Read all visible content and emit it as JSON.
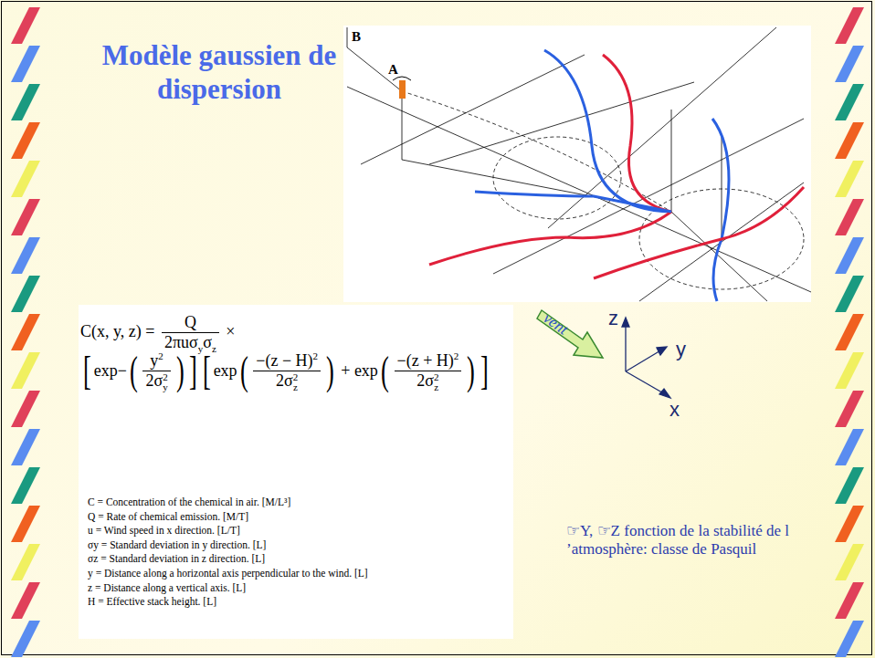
{
  "diagram": {
    "title": "Modèle gaussien de dispersion",
    "nodes": [
      {
        "text": [
          "vent"
        ]
      }
    ],
    "labels": [
      "B",
      "A",
      "C(x, y, z) =",
      "Q",
      "2πuσ",
      "y",
      "σ",
      "z",
      "×",
      "exp−",
      "y",
      "2",
      "2σ",
      "2",
      "y",
      "exp",
      "−(z − H)",
      "2",
      "2σ",
      "2",
      "z",
      "+",
      "exp",
      "−(z + H)",
      "2",
      "2σ",
      "2",
      "z",
      "C = Concentration of the chemical in air. [M/L³]",
      "Q = Rate of chemical emission. [M/T]",
      "u = Wind speed in x direction. [L/T]",
      "σy = Standard deviation in y direction. [L]",
      "σz = Standard deviation in z direction. [L]",
      "y = Distance along a horizontal axis perpendicular to the wind. [L]",
      "z = Distance along a vertical axis. [L]",
      "H = Effective stack height. [L]",
      "z",
      "y",
      "x",
      "☞Y, ☞Z fonction de la stabilité de l ’atmosphère: classe de Pasquil"
    ]
  }
}
